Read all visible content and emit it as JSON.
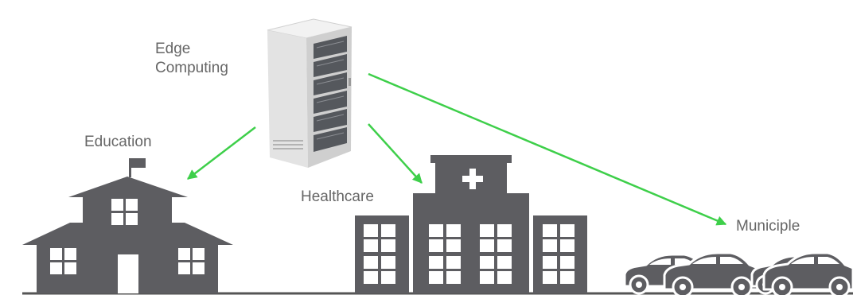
{
  "labels": {
    "edge_line1": "Edge",
    "edge_line2": "Computing",
    "education": "Education",
    "healthcare": "Healthcare",
    "municiple": "Municiple"
  },
  "colors": {
    "arrow": "#3ecf4a",
    "building": "#5d5d61",
    "window": "#ffffff",
    "ground": "#555555",
    "label": "#666666",
    "server_body": "#e6e6e6",
    "server_side": "#c9c9c9",
    "server_front": "#5a5d62"
  },
  "icons": {
    "server": "server-rack-icon",
    "school": "school-building-icon",
    "hospital": "hospital-building-icon",
    "cars": "car-icon"
  }
}
